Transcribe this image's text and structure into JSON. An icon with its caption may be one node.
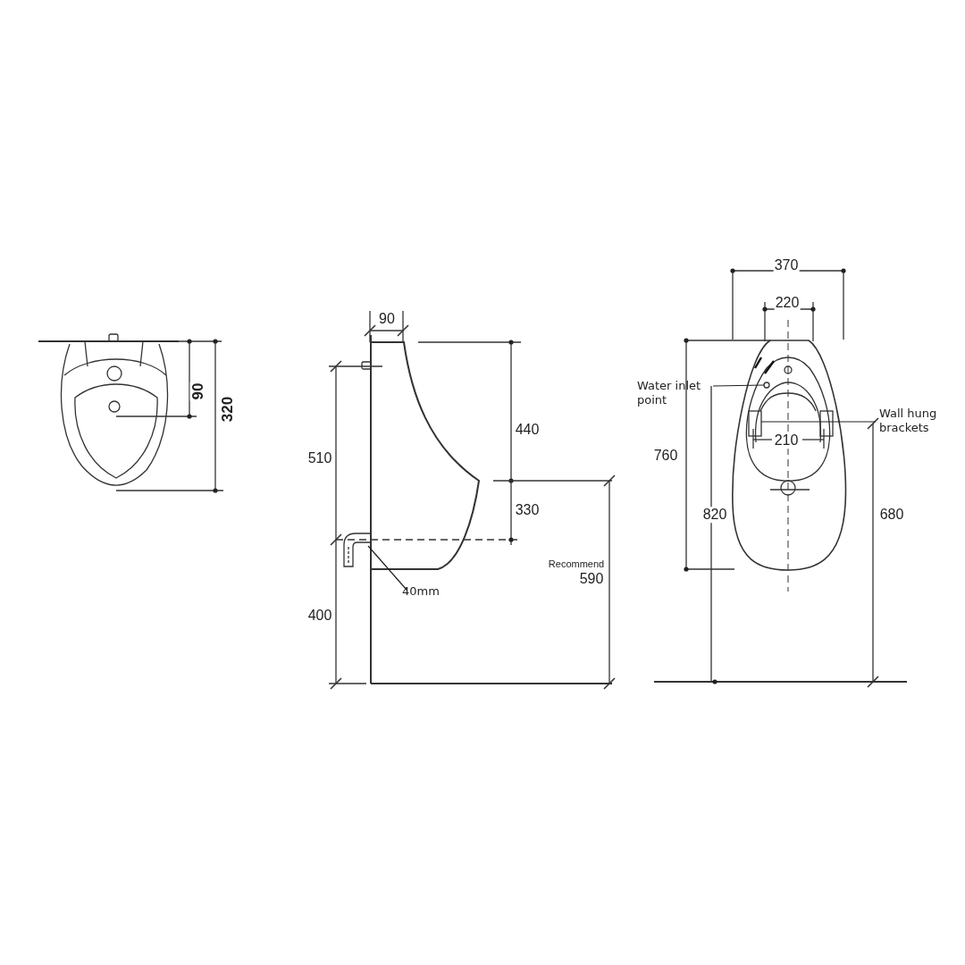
{
  "diagram": {
    "nodes": [
      {
        "text": [
          "Water inlet point"
        ]
      },
      {
        "text": [],
        "shape": "circle"
      },
      {
        "text": [
          "Wall hung brackets"
        ]
      },
      {
        "text": [],
        "shape": "box"
      },
      {
        "text": [
          "40mm"
        ]
      },
      {
        "text": [],
        "shape": "picture"
      }
    ],
    "edges": [
      {
        "from": 0,
        "to": 1,
        "arrow": "none"
      },
      {
        "from": 2,
        "to": 3,
        "arrow": "none"
      },
      {
        "from": 4,
        "to": 5,
        "arrow": "none"
      }
    ],
    "labels": [
      "90",
      "320",
      "90",
      "510",
      "440",
      "330",
      "400",
      "Recommend",
      "590",
      "370",
      "220",
      "760",
      "210",
      "820",
      "680"
    ]
  }
}
